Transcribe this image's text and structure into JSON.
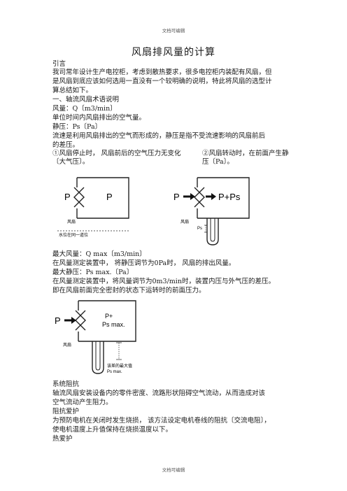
{
  "header": {
    "watermark": "文档可编辑"
  },
  "footer": {
    "watermark": "文档可编辑"
  },
  "doc": {
    "title": "风扇排风量的计算",
    "intro_heading": "引言",
    "intro_1": "我司常年设计生产电控柜，考虑到散热要求，很多电控柜内装配有风扇，但",
    "intro_2": "是风扇到底应该如何选用一直没有一个较明确的说明，特此将风扇的选型计",
    "intro_3": "算总结如下。",
    "section_1": "一、轴流风扇术语说明",
    "airflow_term": "风量：Q〔m3/min〕",
    "airflow_desc": "单位时间内风扇排出的空气量。",
    "static_term": "静压：Ps〔Pa〕",
    "static_desc_1": "流速是利用风扇排出的空气而形成的，静压是指不受流速影响的风扇前后",
    "static_desc_2": "的差压。",
    "col_left_1": "①风扇停止时， 风扇前后的空气压力无变化",
    "col_left_2": "〔大气压〕。",
    "col_right_1": "②风扇转动时，在前面产生静",
    "col_right_2": "压〔Pa〕。",
    "max_airflow_term": "最大风量：Q max〔m3/min〕",
    "max_airflow_desc": "在风量测定装置中， 将静压调节为0Pa时， 风扇的排出风量。",
    "max_static_term": "最大静压：Ps max.〔Pa〕",
    "max_static_desc_1": "在风量测定装置中，将风量调节为0m3/min时，装置内压与外气压的差压。",
    "max_static_desc_2": "即在风扇前面完全密封的状态下运转时的前面压力。",
    "resistance_term": "系统阻抗",
    "resistance_desc_1": "轴流风扇安装设备内的零件密度、流路形状阻碍空气流动，从而造成对该",
    "resistance_desc_2": "空气流动产生阻力。",
    "imp_protect_term": "阻抗爱护",
    "imp_protect_desc_1": "为预防电机在关闭时发生烧损， 该方法设定电机卷线的阻抗〔交流电阻〕，",
    "imp_protect_desc_2": "使电机温度上升值保持在烧损温度以下。",
    "thermal_term": "热爱护"
  },
  "diagrams": {
    "d1": {
      "p_left": "P",
      "p_right": "P",
      "fan": "风扇",
      "water": "水位在同一道位"
    },
    "d2": {
      "p_left": "P",
      "p_right": "P+Ps",
      "fan": "风扇",
      "ps": "Ps"
    },
    "d3": {
      "p_left": "P",
      "p_right_1": "P+",
      "p_right_2": "Ps max.",
      "fan": "风扇",
      "max_1": "该差的最大值",
      "max_2": "Ps max."
    }
  }
}
